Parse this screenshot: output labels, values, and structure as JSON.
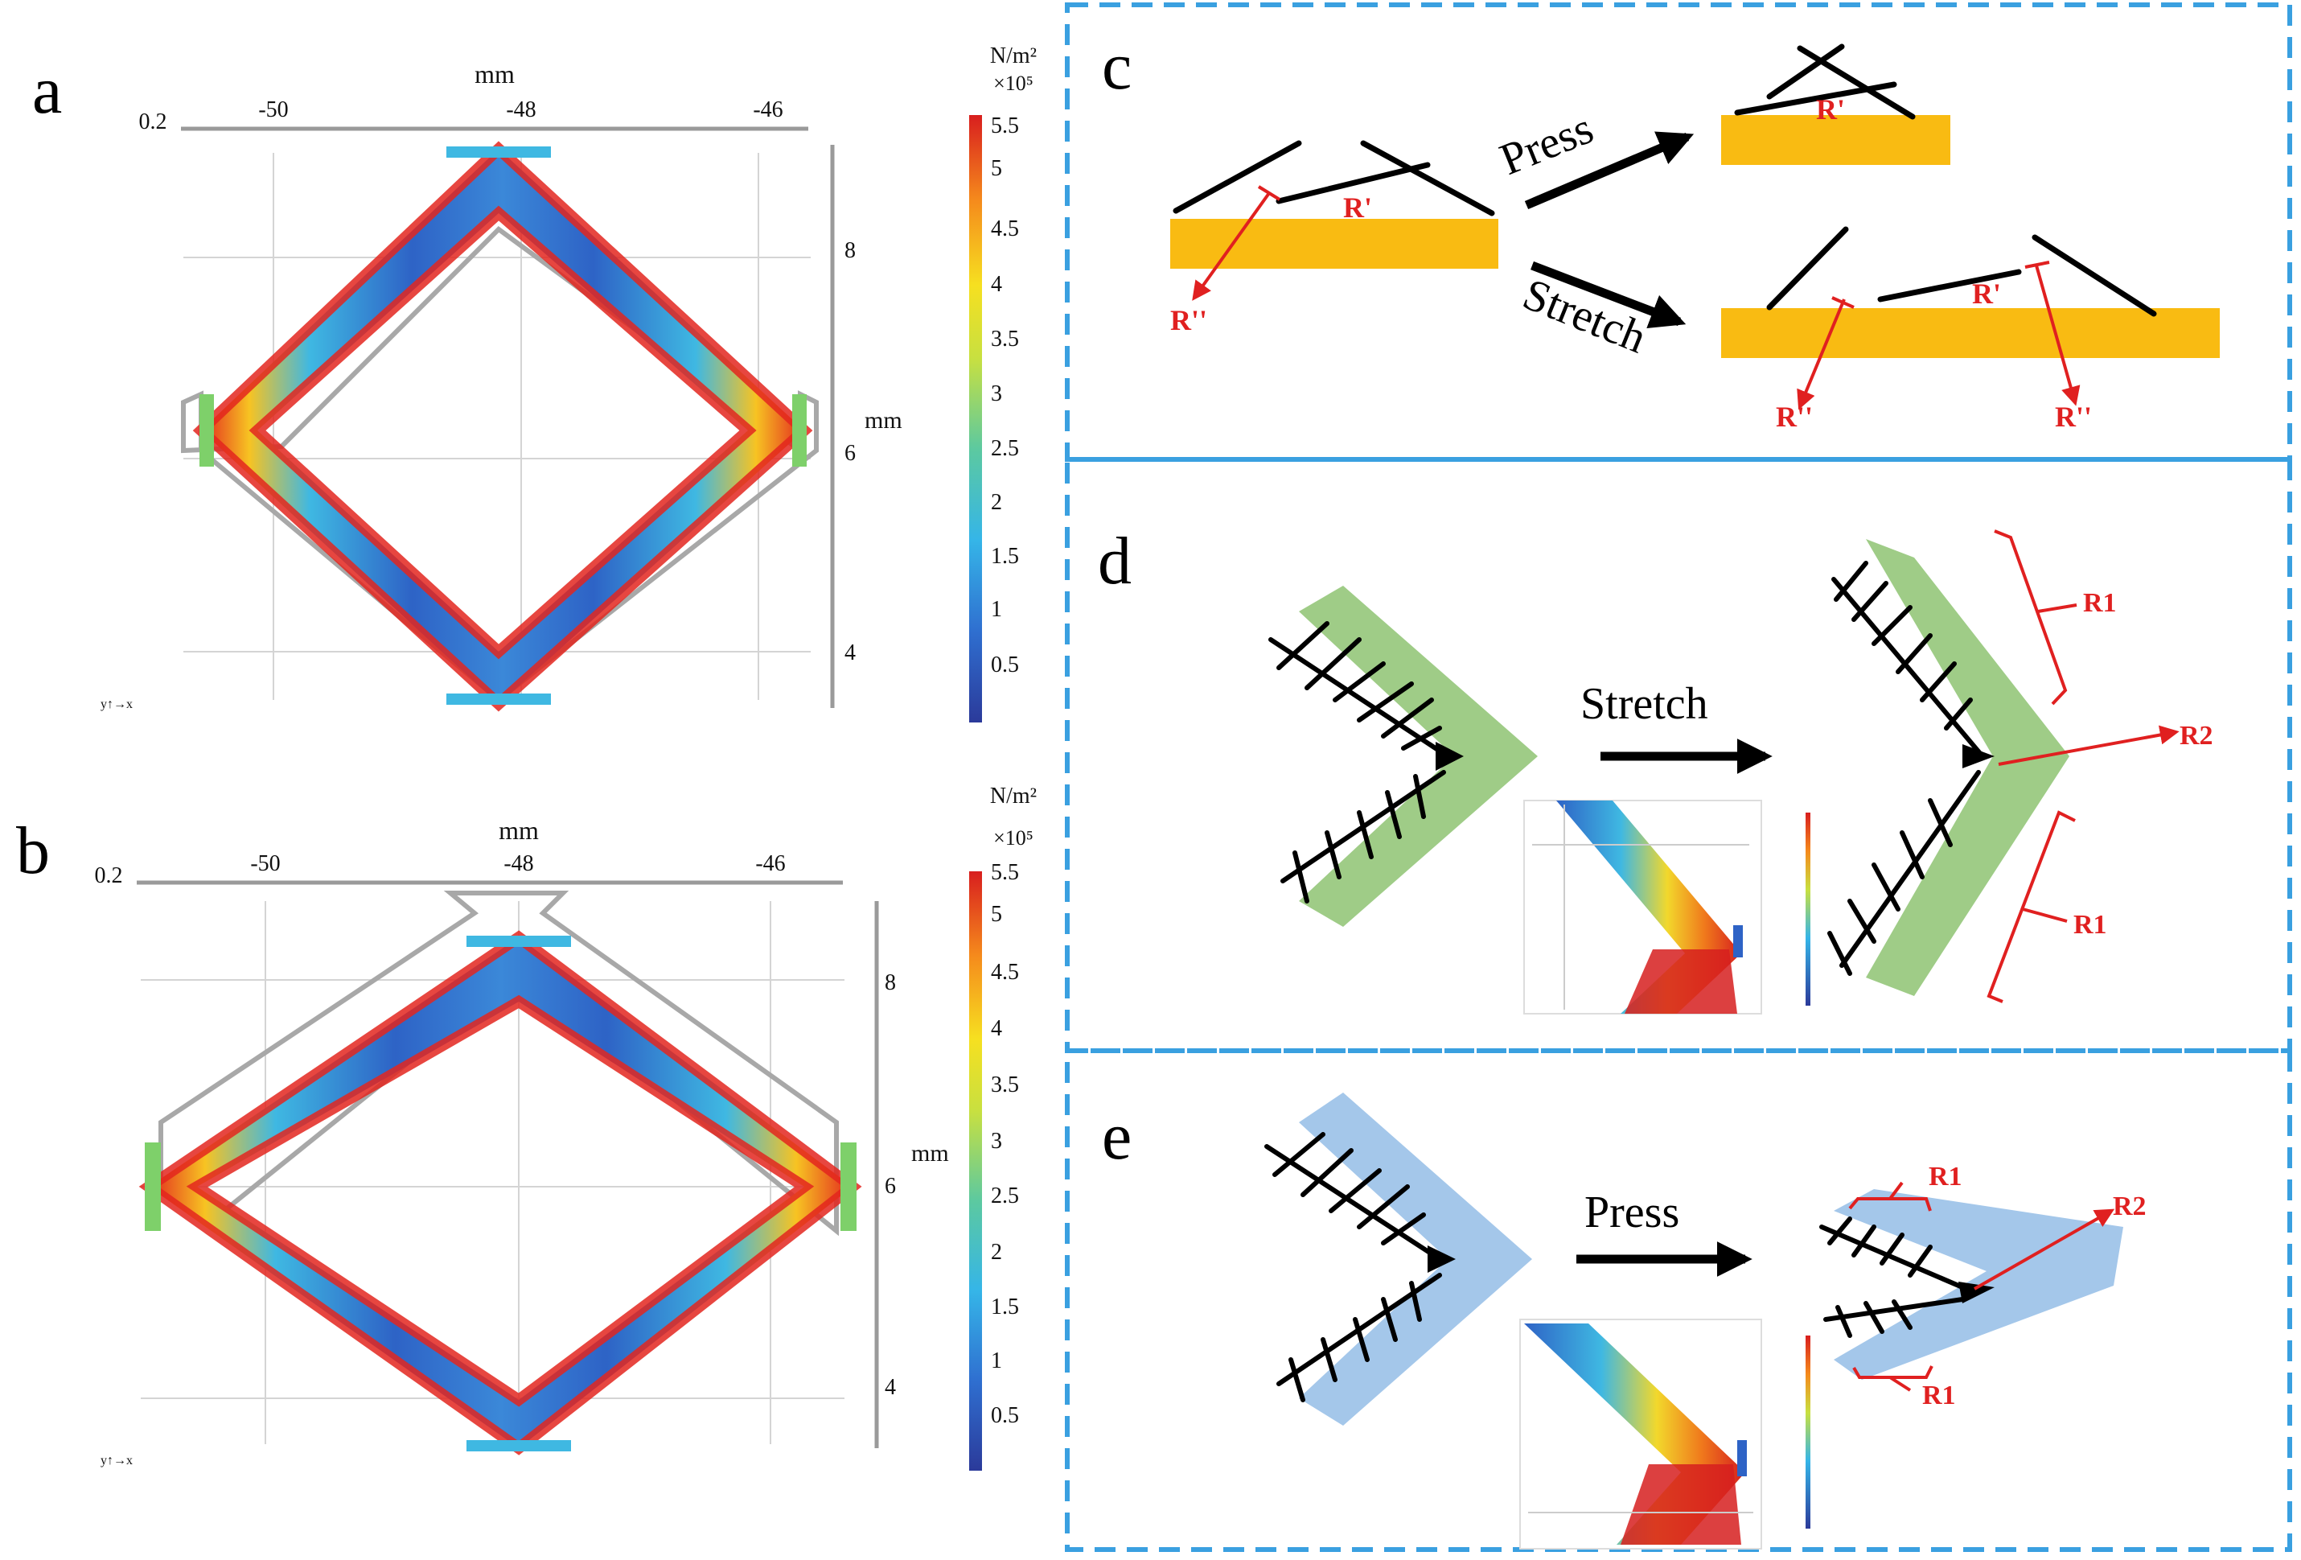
{
  "panels": {
    "a": {
      "letter": "a",
      "x_unit": "mm",
      "y_unit": "mm",
      "x_ticks": [
        "-50",
        "-48",
        "-46"
      ],
      "y_ticks": [
        "8",
        "6",
        "4"
      ],
      "z_label": "0.2",
      "colorbar": {
        "unit": "N/m²",
        "scale": "×10⁵",
        "ticks": [
          "5.5",
          "5",
          "4.5",
          "4",
          "3.5",
          "3",
          "2.5",
          "2",
          "1.5",
          "1",
          "0.5"
        ]
      }
    },
    "b": {
      "letter": "b",
      "x_unit": "mm",
      "y_unit": "mm",
      "x_ticks": [
        "-50",
        "-48",
        "-46"
      ],
      "y_ticks": [
        "8",
        "6",
        "4"
      ],
      "z_label": "0.2",
      "colorbar": {
        "unit": "N/m²",
        "scale": "×10⁵",
        "ticks": [
          "5.5",
          "5",
          "4.5",
          "4",
          "3.5",
          "3",
          "2.5",
          "2",
          "1.5",
          "1",
          "0.5"
        ]
      }
    },
    "c": {
      "letter": "c",
      "press": "Press",
      "stretch": "Stretch",
      "r1": "R'",
      "r2": "R''"
    },
    "d": {
      "letter": "d",
      "action": "Stretch",
      "r1": "R1",
      "r2": "R2"
    },
    "e": {
      "letter": "e",
      "action": "Press",
      "r1": "R1",
      "r2": "R2"
    }
  },
  "colors": {
    "frame_dash": "#3aa0e0",
    "gold": "#f9bb12",
    "green": "#9fcc87",
    "blue": "#a4c7ea",
    "arrow_red": "#e02020"
  }
}
